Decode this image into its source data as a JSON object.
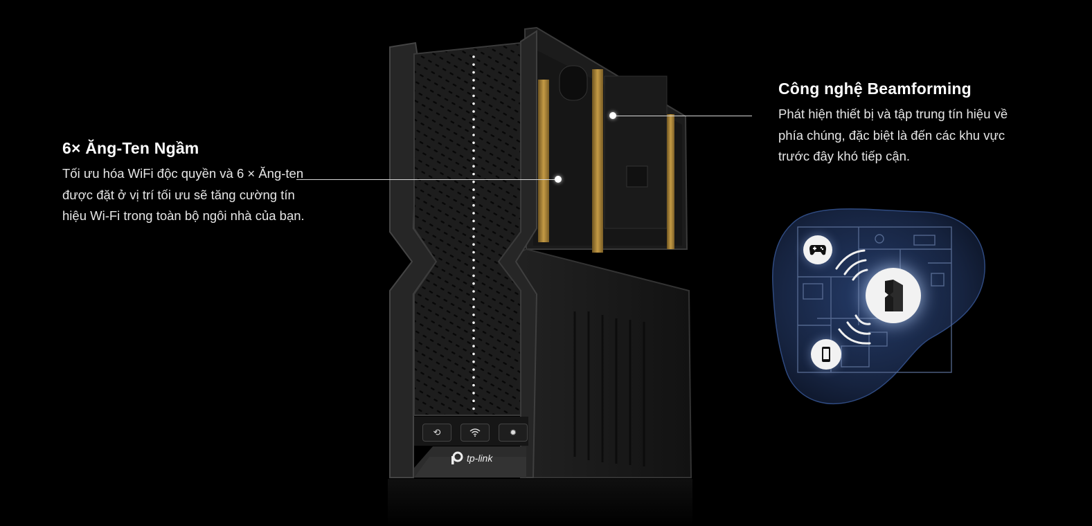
{
  "features": [
    {
      "title": "6× Ăng-Ten Ngầm",
      "description": "Tối ưu hóa WiFi độc quyền và 6 × Ăng-ten được đặt ở vị trí tối ưu sẽ tăng cường tín hiệu Wi-Fi trong toàn bộ ngôi nhà của bạn."
    },
    {
      "title": "Công nghệ Beamforming",
      "description": "Phát hiện thiết bị và tập trung tín hiệu về phía chúng, đặc biệt là đến các khu vực trước đây khó tiếp cận."
    }
  ],
  "router": {
    "brand": "tp-link",
    "buttons": [
      {
        "icon": "sync-icon",
        "glyph": "⟲"
      },
      {
        "icon": "wifi-icon",
        "glyph": "📶"
      },
      {
        "icon": "led-icon",
        "glyph": "✹"
      }
    ]
  },
  "illustration": {
    "icons": [
      "gamepad-icon",
      "phone-icon",
      "router-icon",
      "signal-waves-icon"
    ]
  },
  "colors": {
    "background": "#000000",
    "text": "#ffffff",
    "antenna_gold": "#b08a3e",
    "blob": "#1d2b48"
  }
}
